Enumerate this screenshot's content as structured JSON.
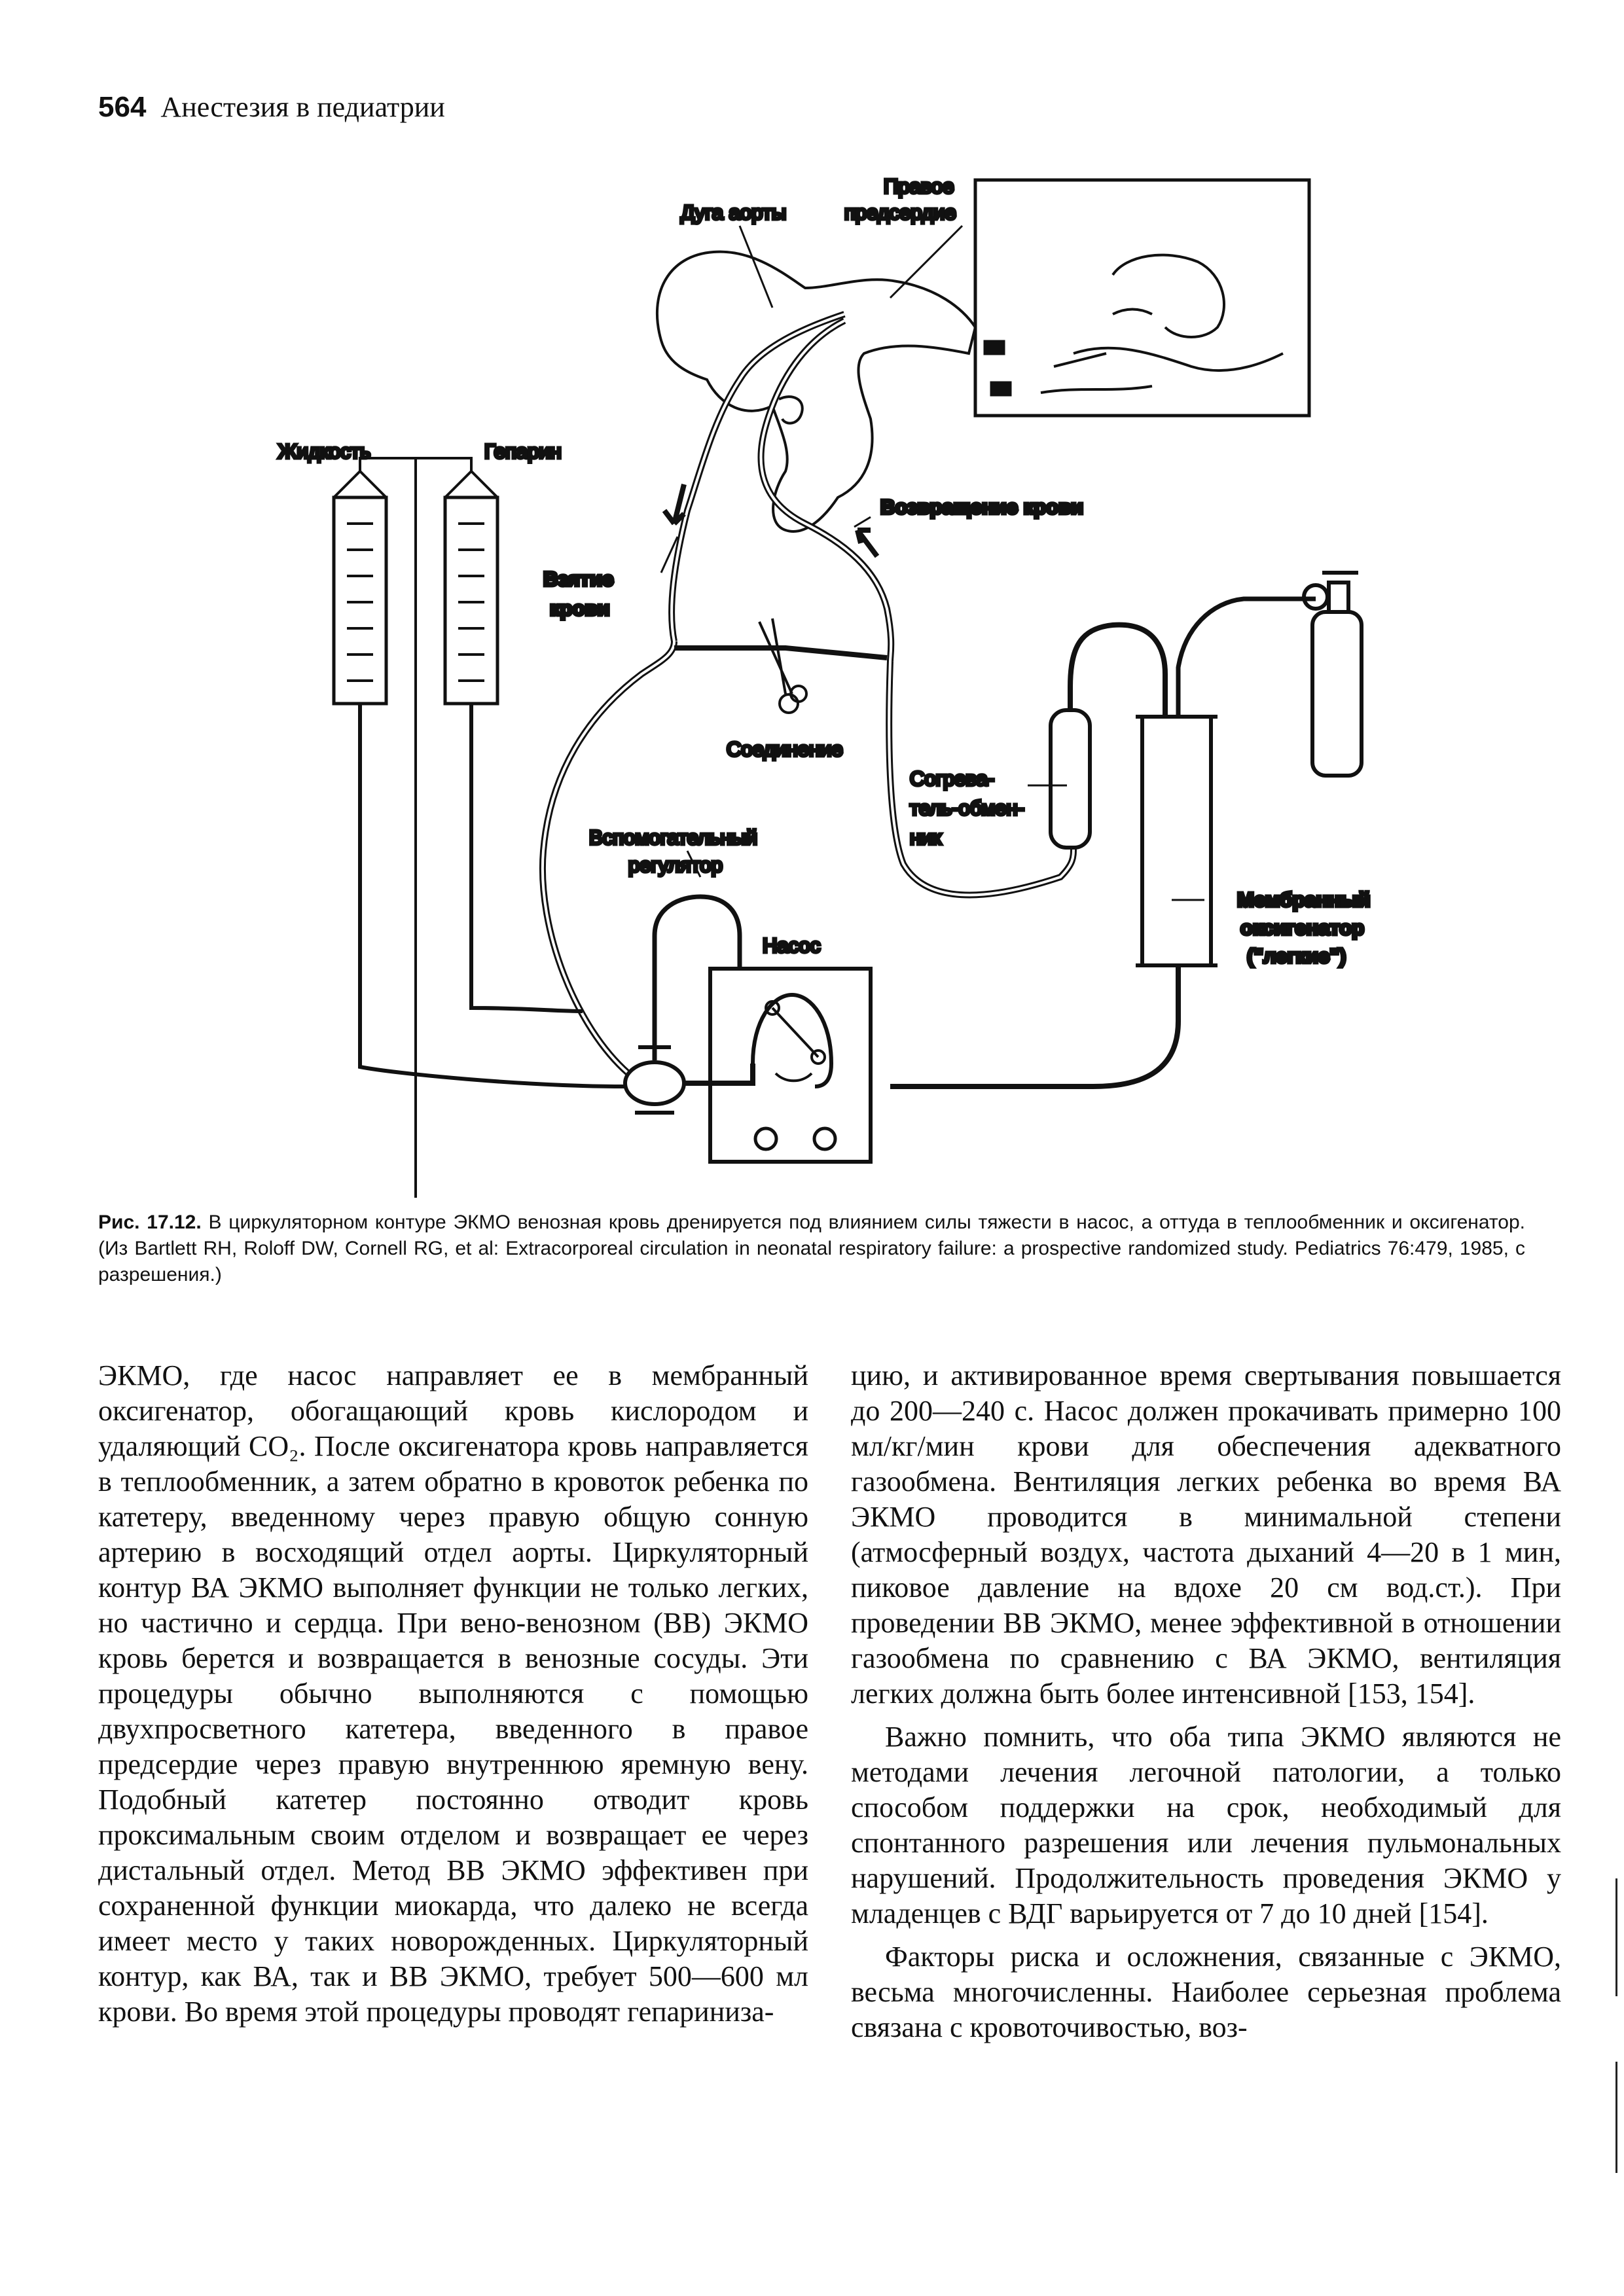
{
  "header": {
    "page_number": "564",
    "running_title": "Анестезия в педиатрии"
  },
  "figure": {
    "labels": {
      "aortic_arch": "Дуга аорты",
      "right_atrium_1": "Правое",
      "right_atrium_2": "предсердие",
      "fluid": "Жидкость",
      "heparin": "Гепарин",
      "blood_return": "Возвращение крови",
      "blood_draw_1": "Взятие",
      "blood_draw_2": "крови",
      "connection": "Соединение",
      "heat_exchanger_1": "Согрева-",
      "heat_exchanger_2": "тель-обмен-",
      "heat_exchanger_3": "ник",
      "aux_regulator_1": "Вспомогательный",
      "aux_regulator_2": "регулятор",
      "pump": "Насос",
      "oxygenator_1": "Мембранный",
      "oxygenator_2": "оксигенатор",
      "oxygenator_3": "(\"легкие\")"
    }
  },
  "caption": {
    "title": "Рис. 17.12.",
    "text": "В циркуляторном контуре ЭКМО венозная кровь дренируется под влиянием силы тяжести в насос, а оттуда в теплообменник и оксигенатор. (Из Bartlett RH, Roloff DW, Cornell RG, et al: Extracorporeal circulation in neonatal respiratory failure: a prospective randomized study. Pediatrics 76:479, 1985, с разрешения.)"
  },
  "body": {
    "left_p1": "ЭКМО, где насос направляет ее в мембранный оксигенатор, обогащающий кровь кислородом и удаляющий CO₂. После оксигенатора кровь направляется в теплообменник, а затем обратно в кровоток ребенка по катетеру, введенному через правую общую сонную артерию в восходящий отдел аорты. Циркуляторный контур ВА ЭКМО выполняет функции не только легких, но частично и сердца. При вено-венозном (ВВ) ЭКМО кровь берется и возвращается в венозные сосуды. Эти процедуры обычно выполняются с помощью двухпросветного катетера, введенного в правое предсердие через правую внутреннюю яремную вену. Подобный катетер постоянно отводит кровь проксимальным своим отделом и возвращает ее через дистальный отдел. Метод ВВ ЭКМО эффективен при сохраненной функции миокарда, что далеко не всегда имеет место у таких новорожденных. Циркуляторный контур, как ВА, так и ВВ ЭКМО, требует 500—600 мл крови. Во время этой процедуры проводят гепариниза-",
    "right_p1": "цию, и активированное время свертывания повышается до 200—240 с. Насос должен прокачивать примерно 100 мл/кг/мин крови для обеспечения адекватного газообмена. Вентиляция легких ребенка во время ВА ЭКМО проводится в минимальной степени (атмосферный воздух, частота дыханий 4—20 в 1 мин, пиковое давление на вдохе 20 см вод.ст.). При проведении ВВ ЭКМО, менее эффективной в отношении газообмена по сравнению с ВА ЭКМО, вентиляция легких должна быть более интенсивной [153, 154].",
    "right_p2": "Важно помнить, что оба типа ЭКМО являются не методами лечения легочной патологии, а только способом поддержки на срок, необходимый для спонтанного разрешения или лечения пульмональных нарушений. Продолжительность проведения ЭКМО у младенцев с ВДГ варьируется от 7 до 10 дней [154].",
    "right_p3": "Факторы риска и осложнения, связанные с ЭКМО, весьма многочисленны. Наиболее серьезная проблема связана с кровоточивостью, воз-"
  }
}
